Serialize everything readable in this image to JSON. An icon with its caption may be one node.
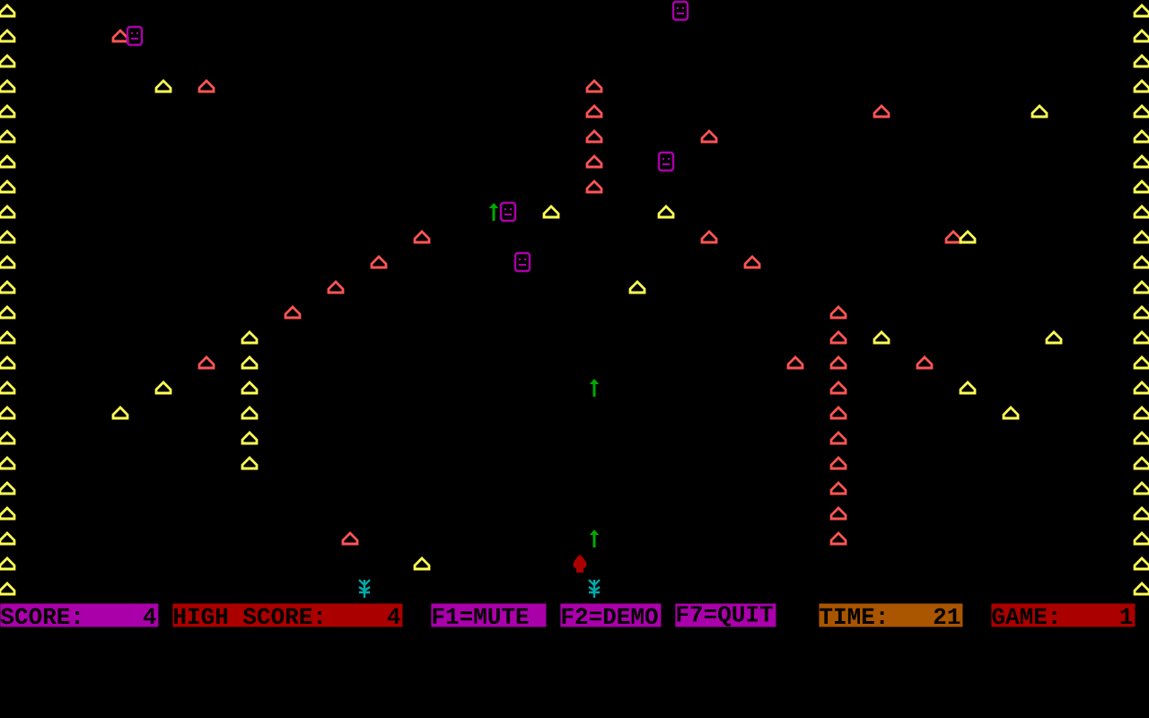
{
  "diagram": {
    "nodes": [
      {
        "text": [
          "SCORE:",
          "4"
        ]
      },
      {
        "text": [
          "HIGH SCORE:",
          "4"
        ]
      },
      {
        "text": [
          "F1=MUTE"
        ]
      },
      {
        "text": [
          "F2=DEMO"
        ]
      },
      {
        "text": [
          "F7=QUIT"
        ]
      },
      {
        "text": [
          "TIME:",
          "21"
        ]
      },
      {
        "text": [
          "GAME:",
          "1"
        ]
      }
    ]
  }
}
